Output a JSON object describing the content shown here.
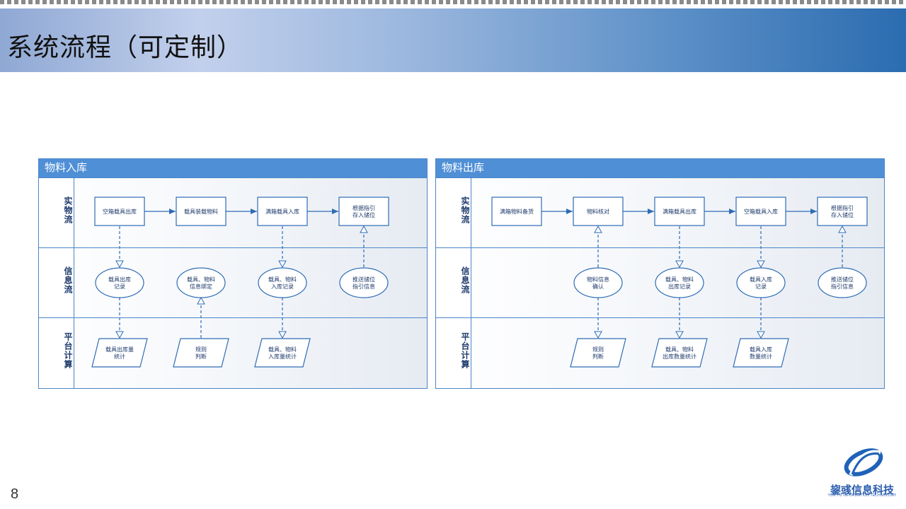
{
  "header": {
    "title": "系统流程（可定制）"
  },
  "page_number": "8",
  "logo": {
    "name": "鋆彧信息科技",
    "subtitle": "YUN YU INFORMATION TECHNOLOGY"
  },
  "colors": {
    "accent": "#4f8fd6",
    "line": "#2e6cb5",
    "text": "#1e3a6b"
  },
  "lanes": [
    "实物流",
    "信息流",
    "平台计算"
  ],
  "panels": [
    {
      "title": "物料入库",
      "physical": [
        "空箱载具出库",
        "载具装载物料",
        "满箱载具入库",
        "根据指引\n存入储位"
      ],
      "info": [
        {
          "text": "载具出库\n记录",
          "col": 0
        },
        {
          "text": "载具、物料\n信息绑定",
          "col": 1
        },
        {
          "text": "载具、物料\n入库记录",
          "col": 2
        },
        {
          "text": "推送储位\n指引信息",
          "col": 3
        }
      ],
      "platform": [
        {
          "text": "载具出库量\n统计",
          "col": 0
        },
        {
          "text": "规则\n判断",
          "col": 1
        },
        {
          "text": "载具、物料\n入库量统计",
          "col": 2
        }
      ]
    },
    {
      "title": "物料出库",
      "physical": [
        "满箱物料备货",
        "物料核对",
        "满箱载具出库",
        "空箱载具入库",
        "根据指引\n存入储位"
      ],
      "info": [
        {
          "text": "物料信息\n确认",
          "col": 1
        },
        {
          "text": "载具、物料\n出库记录",
          "col": 2
        },
        {
          "text": "载具入库\n记录",
          "col": 3
        },
        {
          "text": "推送储位\n指引信息",
          "col": 4
        }
      ],
      "platform": [
        {
          "text": "规则\n判断",
          "col": 1
        },
        {
          "text": "载具、物料\n出库数量统计",
          "col": 2
        },
        {
          "text": "载具入库\n数量统计",
          "col": 3
        }
      ]
    }
  ]
}
